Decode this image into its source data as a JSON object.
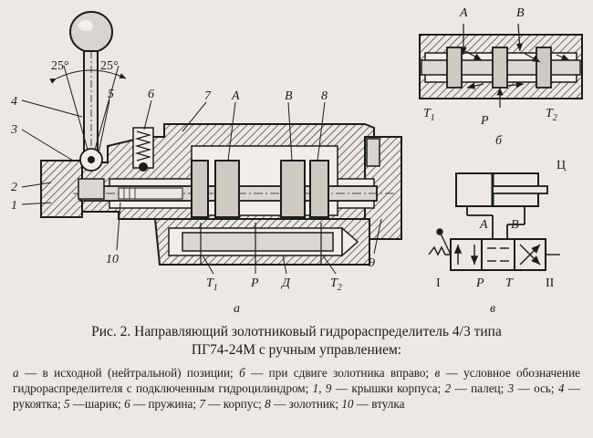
{
  "angles": [
    "25°",
    "25°"
  ],
  "labels_main": {
    "n1": "1",
    "n2": "2",
    "n3": "3",
    "n4": "4",
    "n5": "5",
    "n6": "6",
    "n7": "7",
    "n8": "8",
    "n9": "9",
    "n10": "10",
    "A": "А",
    "B": "В",
    "T1": "T",
    "T1sub": "1",
    "P": "P",
    "D": "Д",
    "T2": "T",
    "T2sub": "2",
    "sub": "а"
  },
  "labels_b": {
    "A": "А",
    "B": "В",
    "T1": "T",
    "T1sub": "1",
    "P": "P",
    "T2": "T",
    "T2sub": "2",
    "sub": "б"
  },
  "labels_c": {
    "cyl": "Ц",
    "A": "А",
    "B": "В",
    "I": "I",
    "P": "P",
    "T": "T",
    "II": "II",
    "sub": "в"
  },
  "caption": {
    "title_line1": "Рис. 2. Направляющий золотниковый гидрораспределитель 4/3 типа",
    "title_line2": "ПГ74-24М с ручным управлением:",
    "legend": [
      {
        "key": "а",
        "text": " — в исходной (нейтральной) позиции; "
      },
      {
        "key": "б",
        "text": " — при сдвиге золотника вправо; "
      },
      {
        "key": "в",
        "text": " — условное обозначение гидрораспределителя с подключенным гидроцилиндром; "
      },
      {
        "key": "1, 9",
        "text": " — крышки корпуса; "
      },
      {
        "key": "2",
        "text": " — палец; "
      },
      {
        "key": "3",
        "text": " — ось; "
      },
      {
        "key": "4",
        "text": " — рукоятка; "
      },
      {
        "key": "5",
        "text": " —шарик; "
      },
      {
        "key": "6",
        "text": " — пружина; "
      },
      {
        "key": "7",
        "text": " — корпус; "
      },
      {
        "key": "8",
        "text": " — золотник; "
      },
      {
        "key": "10",
        "text": " — втулка"
      }
    ]
  }
}
